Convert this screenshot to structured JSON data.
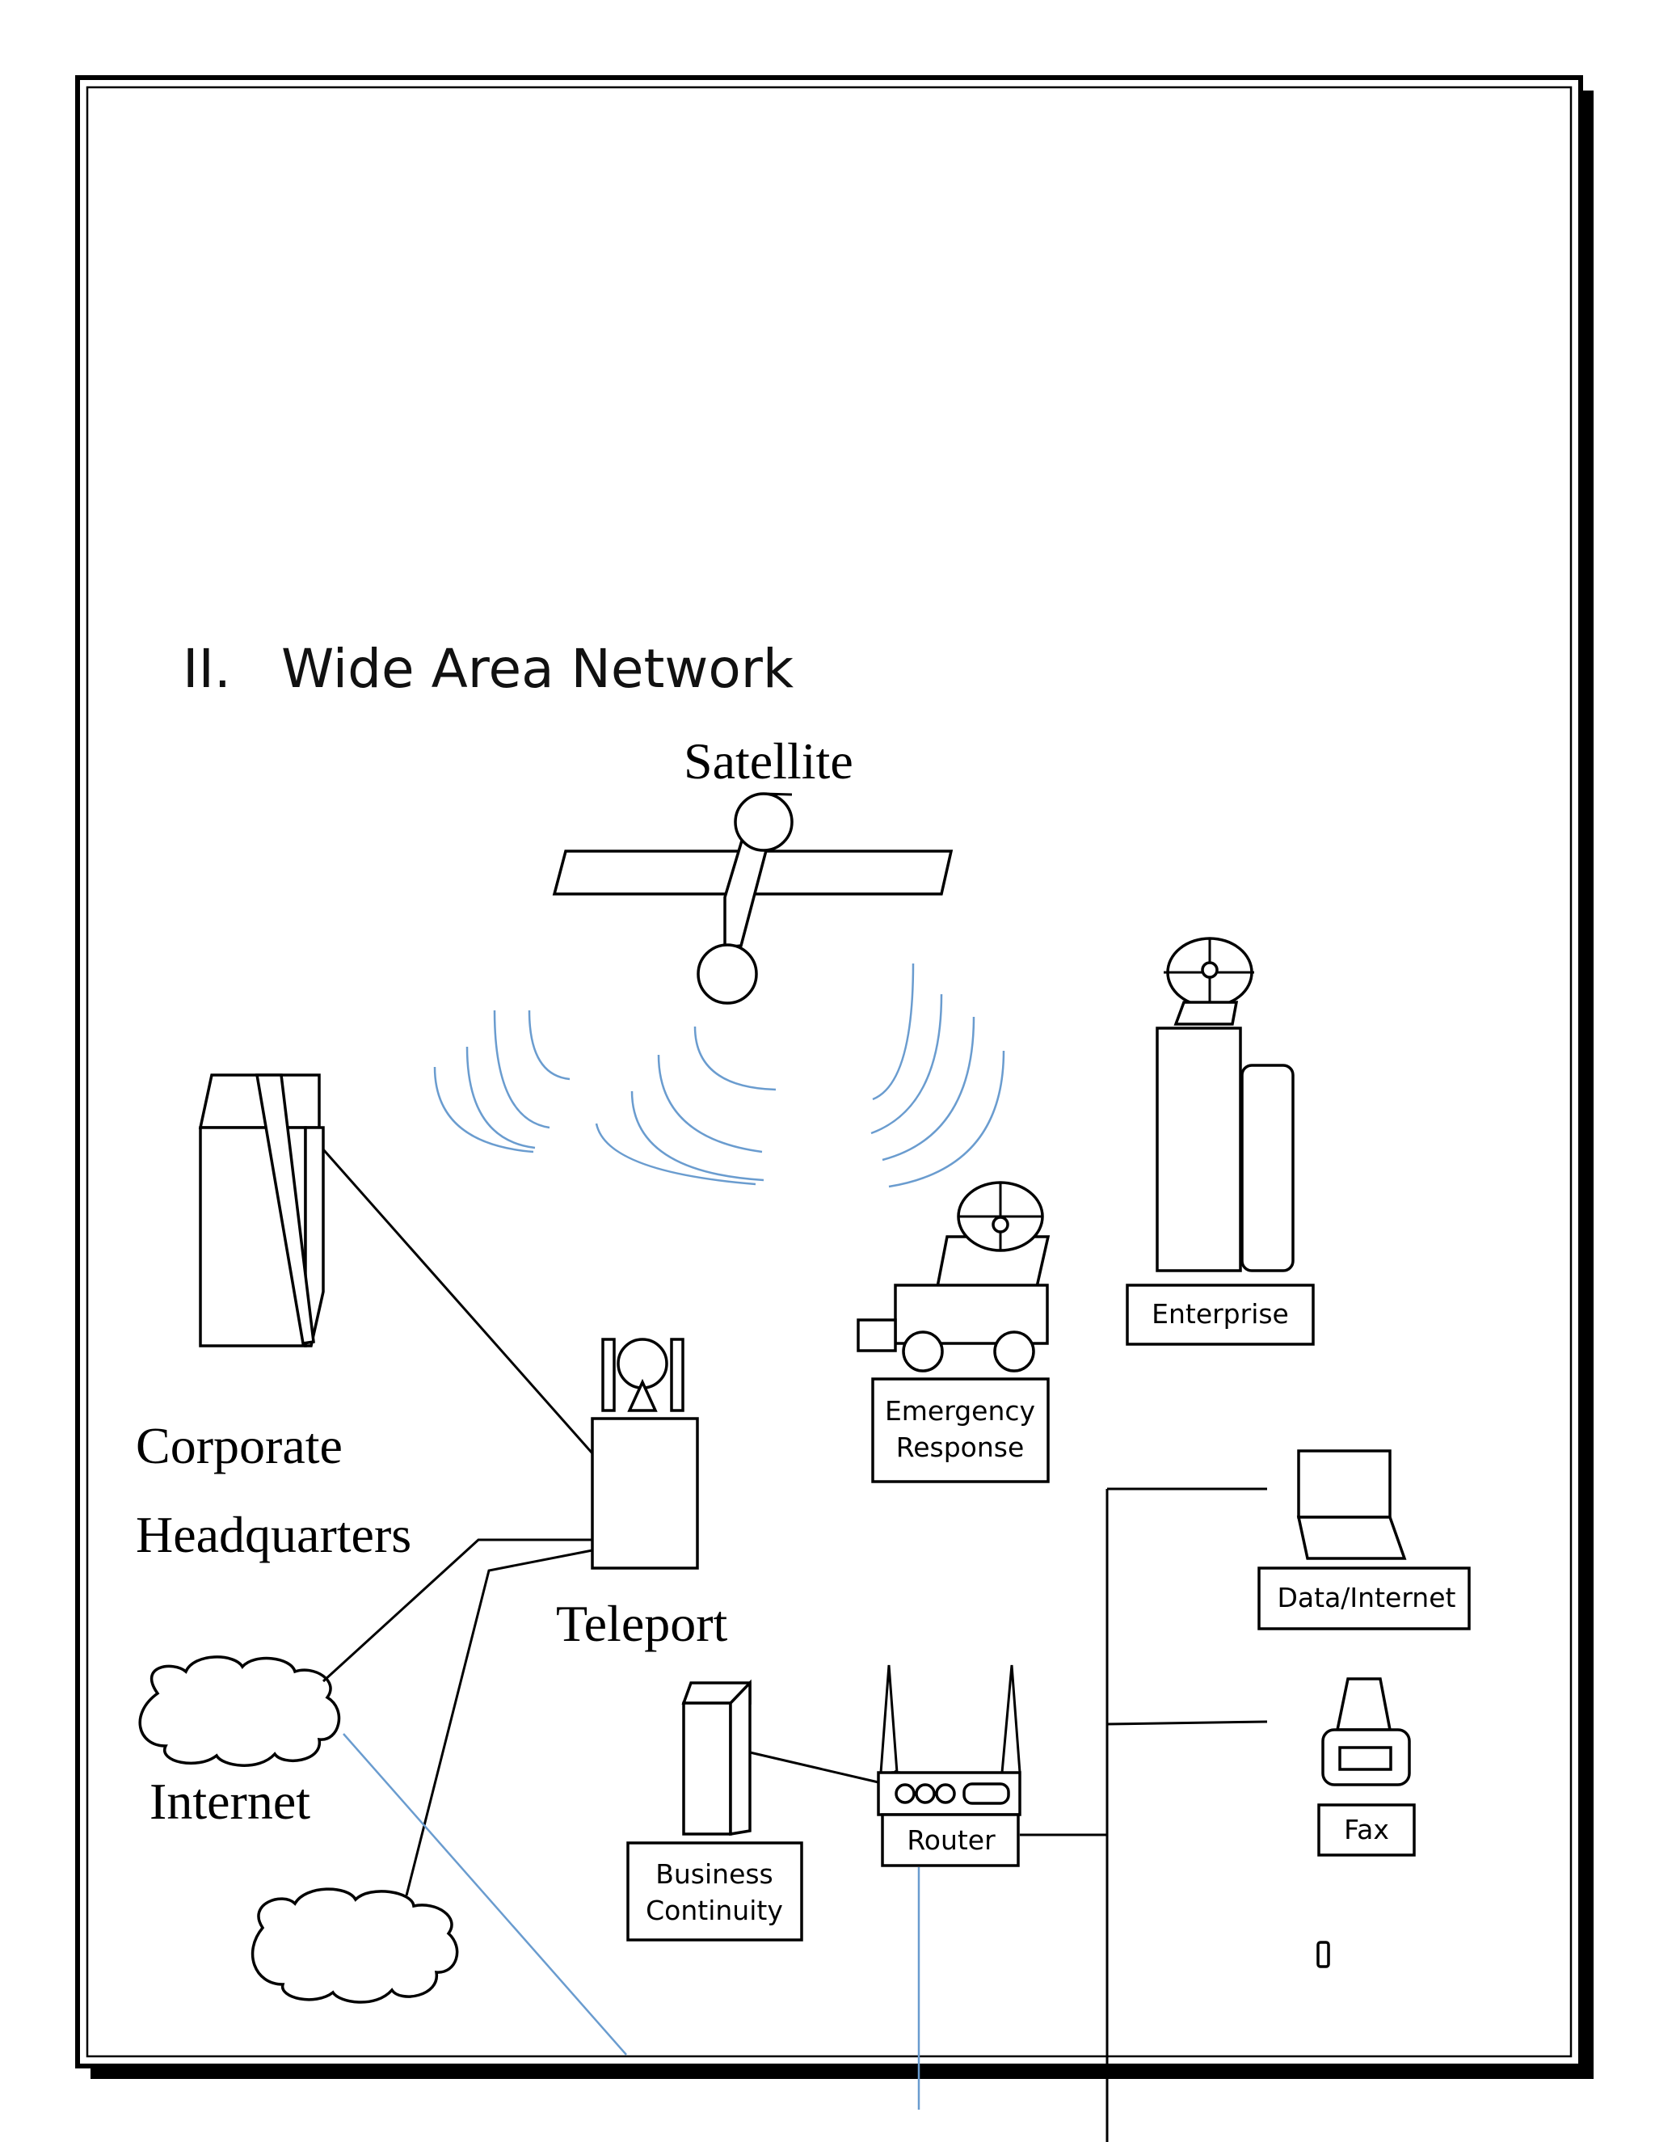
{
  "section": {
    "number": "II.",
    "title": "Wide Area Network"
  },
  "labels": {
    "satellite": "Satellite",
    "corporate_line1": "Corporate",
    "corporate_line2": "Headquarters",
    "teleport": "Teleport",
    "internet": "Internet"
  },
  "boxes": {
    "enterprise": "Enterprise",
    "emergency_line1": "Emergency",
    "emergency_line2": "Response",
    "data_internet": "Data/Internet",
    "fax": "Fax",
    "router": "Router",
    "business_line1": "Business",
    "business_line2": "Continuity"
  },
  "colors": {
    "signal_waves": "#6a9ccf",
    "lines": "#000000"
  }
}
